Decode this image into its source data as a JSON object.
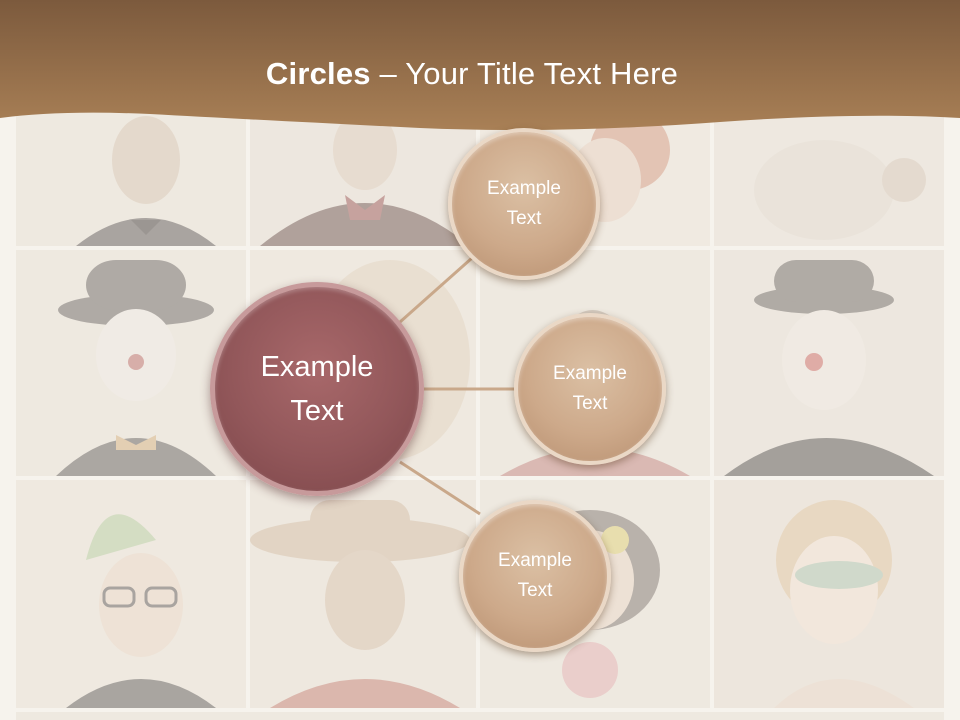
{
  "slide": {
    "title_bold": "Circles",
    "title_rest": " – Your Title Text Here"
  },
  "diagram": {
    "center_label": "Example Text",
    "nodes": [
      {
        "label": "Example Text"
      },
      {
        "label": "Example Text"
      },
      {
        "label": "Example Text"
      }
    ]
  },
  "colors": {
    "header": "#9f7750",
    "main_circle": "#92575a",
    "small_circle": "#cda98a",
    "connector": "#c9a88a"
  }
}
